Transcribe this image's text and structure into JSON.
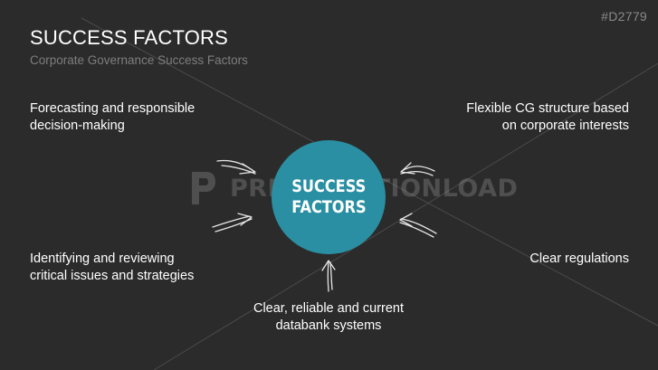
{
  "slide_id": "#D2779",
  "title": "SUCCESS FACTORS",
  "subtitle": "Corporate Governance Success Factors",
  "hub": {
    "line1": "SUCCESS",
    "line2": "FACTORS",
    "color": "#2a8fa3"
  },
  "factors": {
    "top_left": {
      "line1": "Forecasting and responsible",
      "line2": "decision-making"
    },
    "top_right": {
      "line1": "Flexible CG structure based",
      "line2": "on corporate interests"
    },
    "bottom_left": {
      "line1": "Identifying and reviewing",
      "line2": "critical issues and strategies"
    },
    "bottom_right": {
      "line1": "Clear regulations"
    },
    "bottom_center": {
      "line1": "Clear, reliable and current",
      "line2": "databank systems"
    }
  },
  "watermark": "PRESENTATIONLOAD",
  "colors": {
    "background": "#2b2b2b",
    "text": "#ffffff",
    "subtitle": "#7e7e7e",
    "lines": "#555555"
  }
}
